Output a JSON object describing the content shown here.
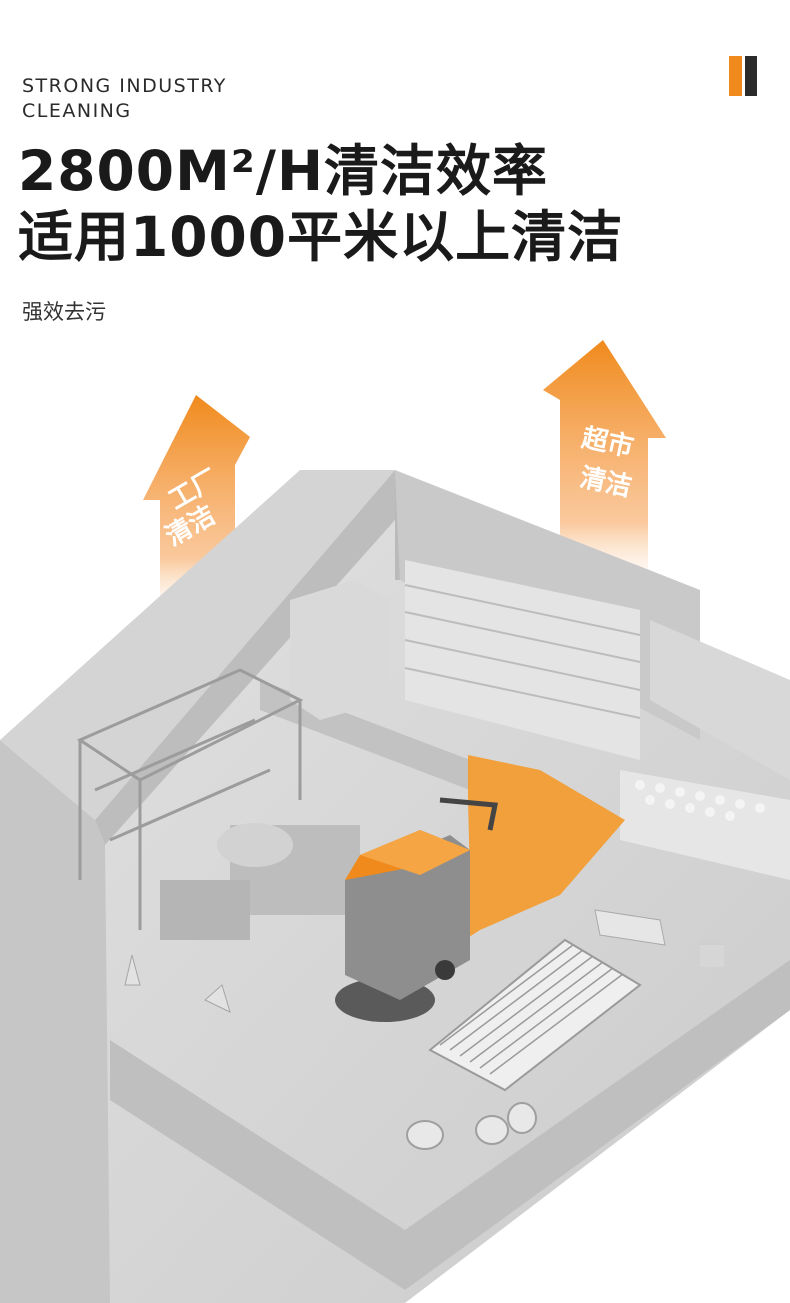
{
  "header": {
    "eyebrow_line1": "STRONG INDUSTRY",
    "eyebrow_line2": "CLEANING",
    "title_line1": "2800M²/H清洁效率",
    "title_line2": "适用1000平米以上清洁",
    "subtitle": "强效去污"
  },
  "arrows": {
    "factory_line1": "工厂",
    "factory_line2": "清洁",
    "supermarket_line1": "超市",
    "supermarket_line2": "清洁"
  },
  "colors": {
    "accent": "#f08a1c",
    "dark": "#2b2b2b",
    "floor": "#dcdcdc",
    "wall": "#cfcfcf"
  }
}
